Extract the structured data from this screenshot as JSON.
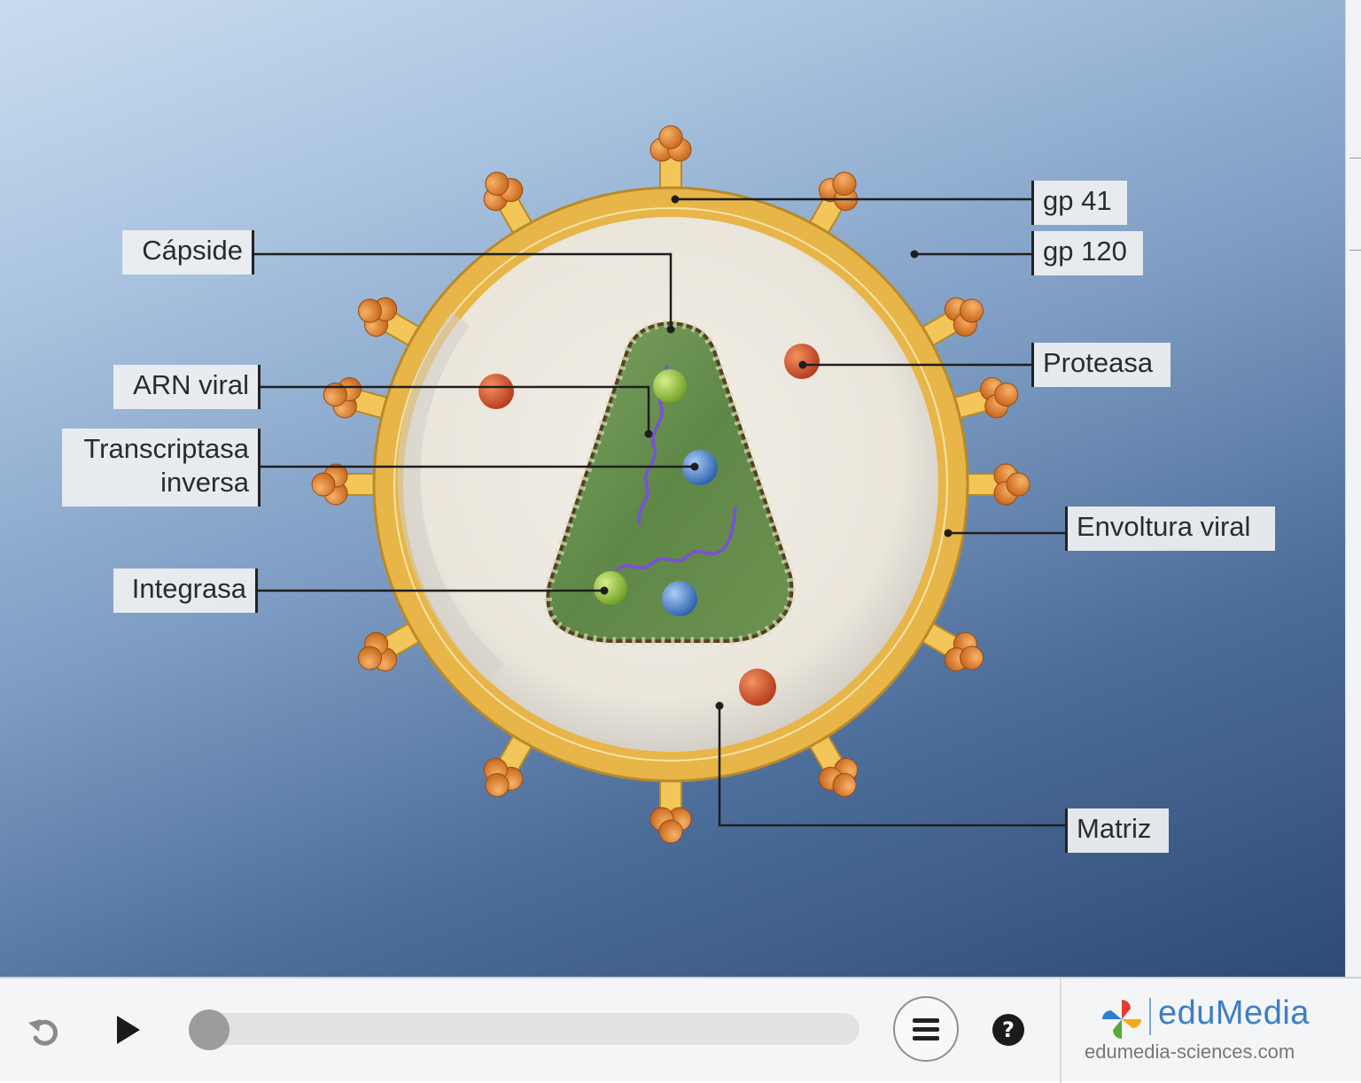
{
  "diagram": {
    "labels": {
      "capside": "Cápside",
      "arn_viral": "ARN viral",
      "transcriptasa": "Transcriptasa inversa",
      "integrasa": "Integrasa",
      "gp41": "gp 41",
      "gp120": "gp 120",
      "proteasa": "Proteasa",
      "envoltura": "Envoltura viral",
      "matriz": "Matriz"
    },
    "colors": {
      "envelope": "#e4b24a",
      "knob": "#e08a2c",
      "capsid": "#6a8f4e",
      "rna": "#7a4fe0",
      "protease": "#d0522a",
      "transcriptase": "#3a74c4",
      "integrase": "#8cbc3a"
    }
  },
  "controls": {
    "reset_icon": "reset-icon",
    "play_icon": "play-icon",
    "progress": 0,
    "menu_icon": "menu-icon",
    "help_glyph": "?"
  },
  "brand": {
    "name": "eduMedia",
    "url": "edumedia-sciences.com"
  }
}
